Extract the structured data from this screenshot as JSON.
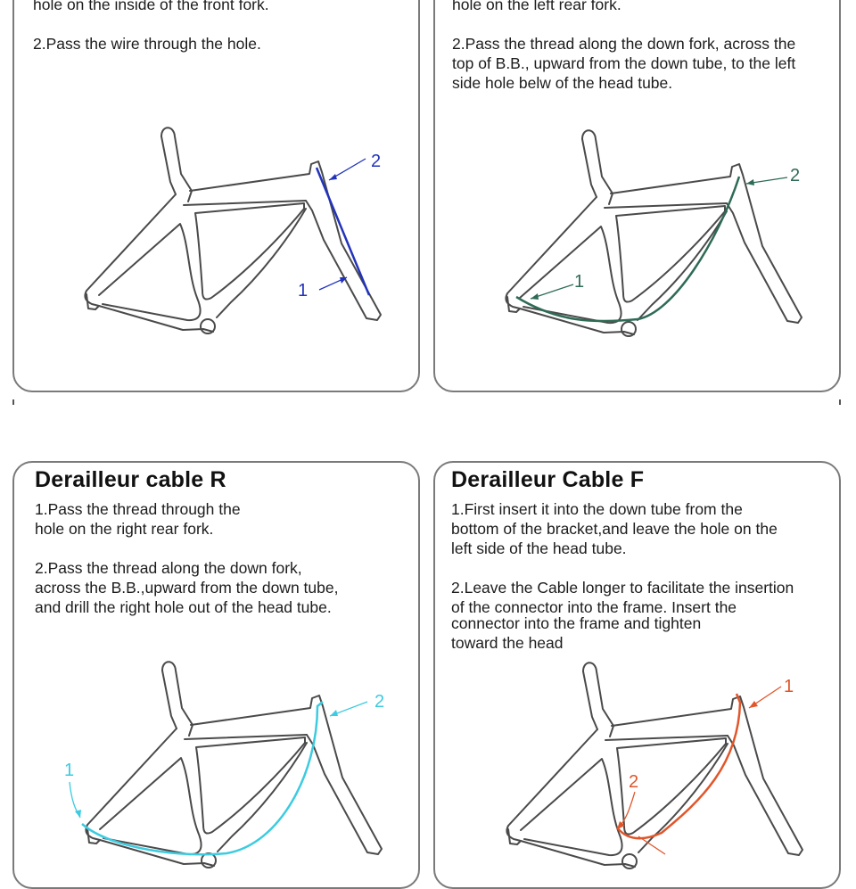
{
  "sections": [
    {
      "id": "top_left",
      "title": "",
      "lines": [
        "hole on the inside of the front fork.",
        "2.Pass the wire through the hole."
      ],
      "callouts": [
        "1",
        "2"
      ],
      "cable_color": "#2233bb"
    },
    {
      "id": "top_right",
      "title": "",
      "lines": [
        "hole on the left rear fork.",
        "2.Pass the thread along the down fork, across the",
        "top of B.B., upward from the down tube, to the left",
        "side hole belw of the head tube."
      ],
      "callouts": [
        "1",
        "2"
      ],
      "cable_color": "#2e6b55"
    },
    {
      "id": "bottom_left",
      "title": "Derailleur cable R",
      "lines": [
        "1.Pass the thread through the",
        "hole on the right rear fork.",
        "2.Pass the thread along the down fork,",
        "across the B.B.,upward from the down tube,",
        "and drill the right hole out of the head tube."
      ],
      "callouts": [
        "1",
        "2"
      ],
      "cable_color": "#3ccbe0"
    },
    {
      "id": "bottom_right",
      "title": "Derailleur Cable F",
      "lines": [
        "1.First insert it into the down tube from the",
        "bottom of the bracket,and leave the hole on the",
        "left side of the head tube.",
        "2.Leave the Cable longer to facilitate the insertion",
        "of the connector into the frame. Insert the",
        "connector into the frame and tighten",
        "toward the head"
      ],
      "callouts": [
        "1",
        "2"
      ],
      "cable_color": "#e0562a"
    }
  ]
}
